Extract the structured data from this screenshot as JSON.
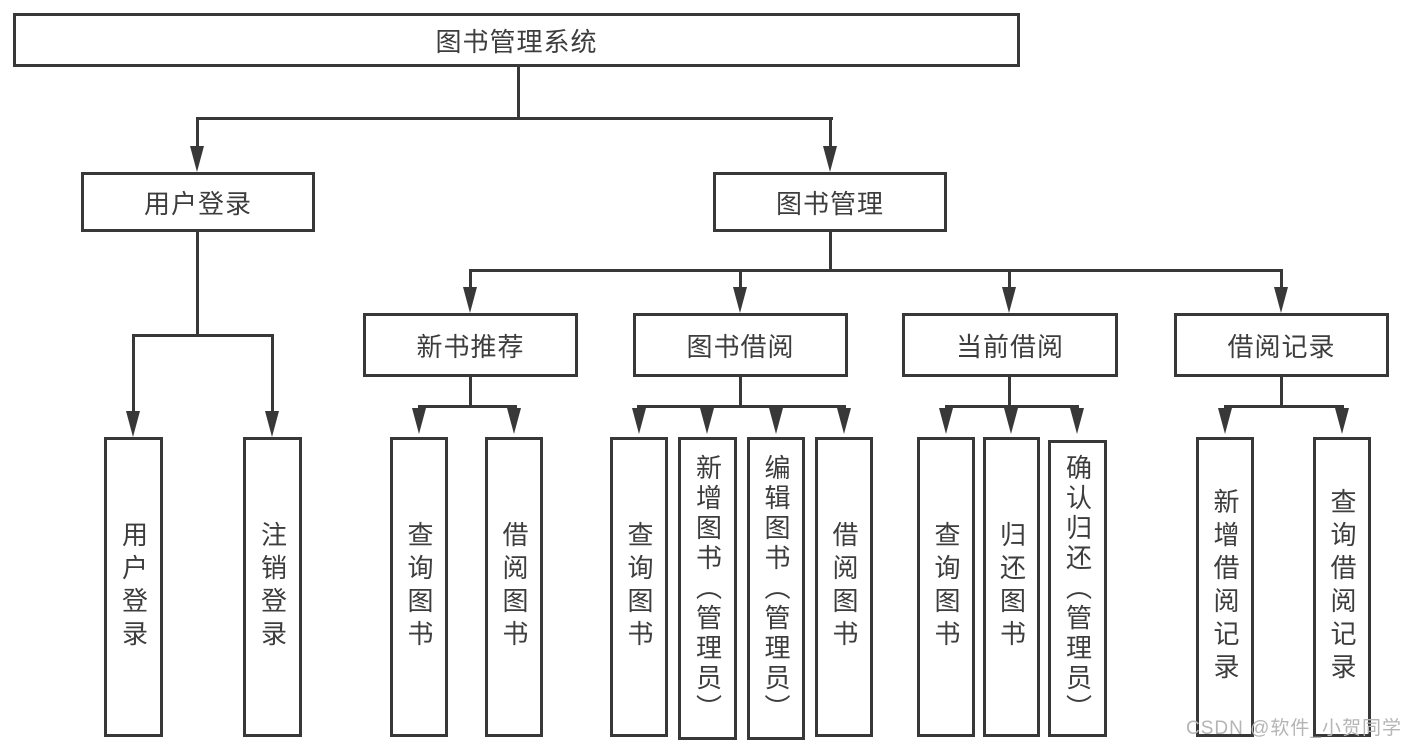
{
  "diagram": {
    "title": "图书管理系统",
    "branches": [
      {
        "label": "用户登录",
        "children": [
          {
            "label": "用户登录"
          },
          {
            "label": "注销登录"
          }
        ]
      },
      {
        "label": "图书管理",
        "children": [
          {
            "label": "新书推荐",
            "children": [
              {
                "label": "查询图书"
              },
              {
                "label": "借阅图书"
              }
            ]
          },
          {
            "label": "图书借阅",
            "children": [
              {
                "label": "查询图书"
              },
              {
                "label": "新增图书（管理员）"
              },
              {
                "label": "编辑图书（管理员）"
              },
              {
                "label": "借阅图书"
              }
            ]
          },
          {
            "label": "当前借阅",
            "children": [
              {
                "label": "查询图书"
              },
              {
                "label": "归还图书"
              },
              {
                "label": "确认归还（管理员）"
              }
            ]
          },
          {
            "label": "借阅记录",
            "children": [
              {
                "label": "新增借阅记录"
              },
              {
                "label": "查询借阅记录"
              }
            ]
          }
        ]
      }
    ]
  },
  "watermark": {
    "text": "CSDN @软件_小贺同学"
  },
  "colors": {
    "line": "#383838",
    "text": "#3d3d3d",
    "watermark": "#b5b5b5",
    "background": "#ffffff"
  }
}
